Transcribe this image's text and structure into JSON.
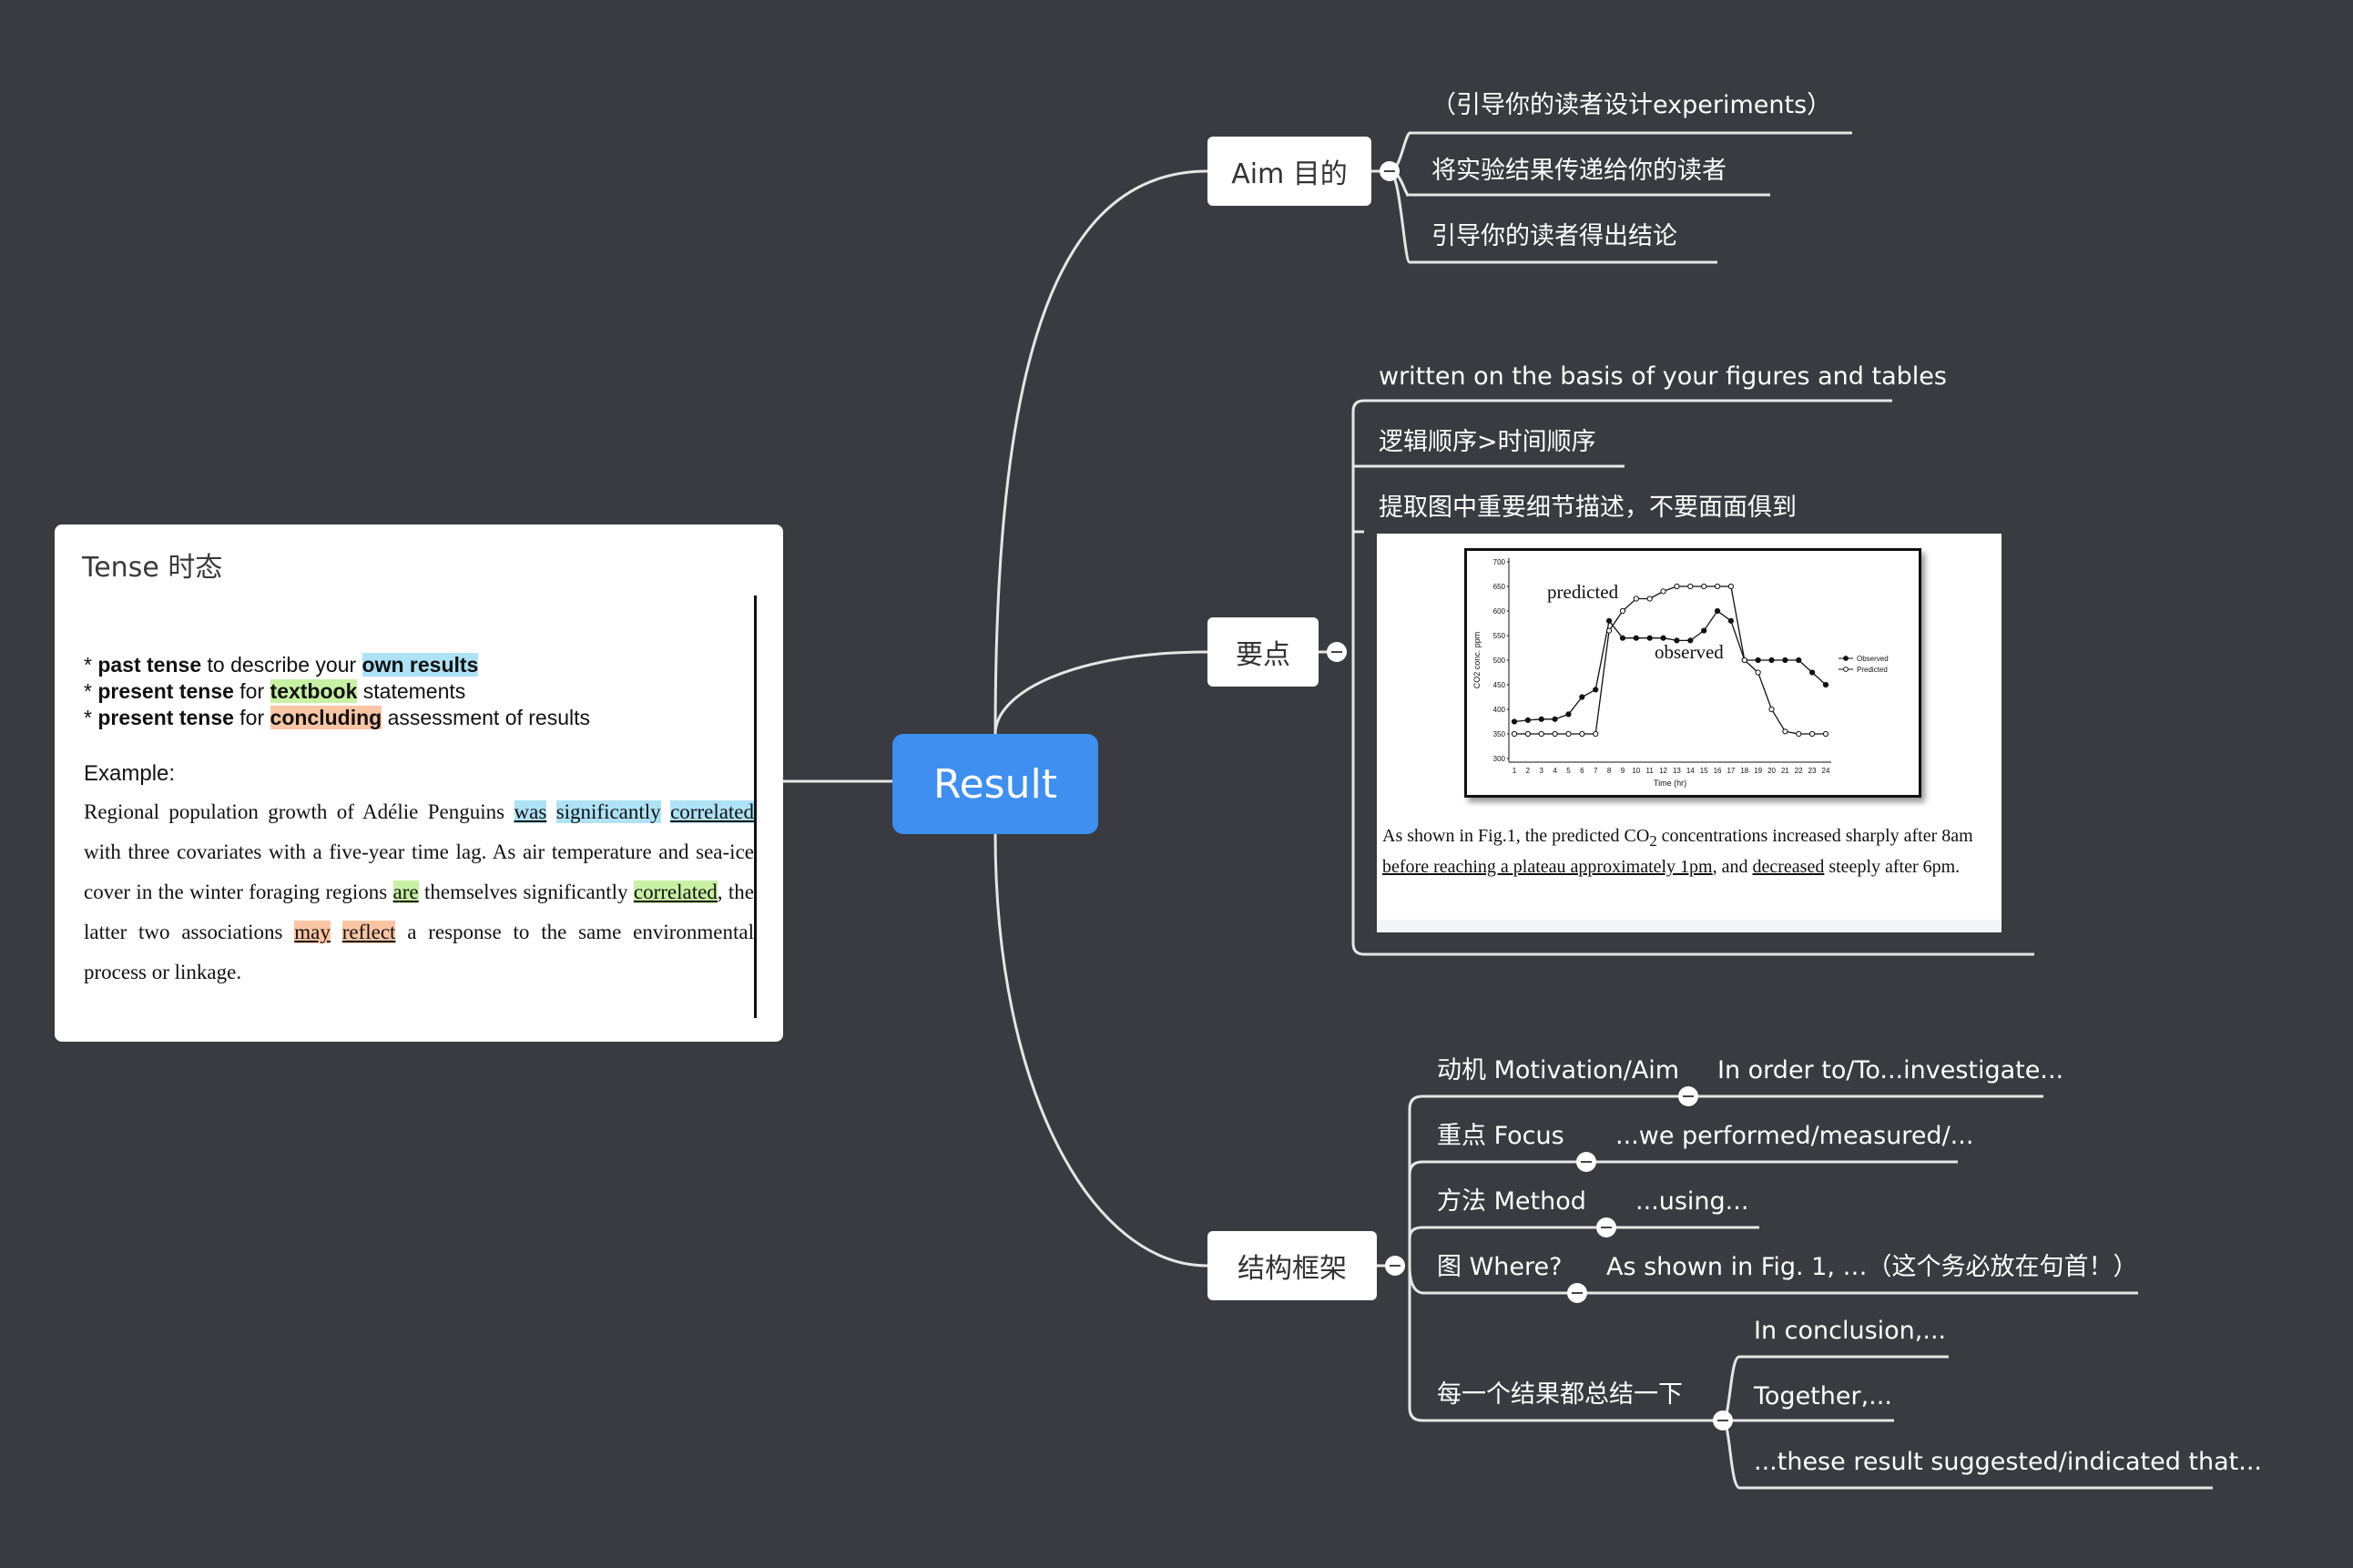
{
  "root": {
    "label": "Result"
  },
  "tense_card": {
    "title": "Tense 时态",
    "rules": [
      {
        "bullet": "*",
        "bold": "past tense",
        "text": " to describe your ",
        "hl": "own results",
        "tail": ""
      },
      {
        "bullet": "*",
        "bold": "present tense",
        "text": " for ",
        "hl": "textbook",
        "tail": " statements"
      },
      {
        "bullet": "*",
        "bold": "present tense",
        "text": " for ",
        "hl": "concluding",
        "tail": " assessment of results"
      }
    ],
    "example_label": "Example:",
    "example": {
      "p1": "Regional population growth of Adélie Penguins ",
      "w1": "was",
      "w2": "significantly",
      "w3": "correlated",
      "p2": " with three covariates with a five-year time lag. As air temperature and sea-ice cover in the winter foraging regions ",
      "w4": "are",
      "p3": " themselves significantly ",
      "w5": "correlated",
      "p4": ", the latter two associations ",
      "w6": "may",
      "w7": "reflect",
      "p5": " a response to the same environmental process or linkage."
    }
  },
  "aim": {
    "label": "Aim 目的",
    "items": [
      "（引导你的读者设计experiments）",
      "将实验结果传递给你的读者",
      "引导你的读者得出结论"
    ]
  },
  "key_points": {
    "label": "要点",
    "items": [
      "written on the basis of your figures and tables",
      "逻辑顺序>时间顺序",
      "提取图中重要细节描述，不要面面俱到"
    ],
    "figure": {
      "caption_pre": "As shown in Fig.1, the predicted CO",
      "caption_sub": "2",
      "caption_mid": " concentrations increased sharply after 8am ",
      "caption_u1": "before reaching a plateau approximately 1pm",
      "caption_mid2": ", and ",
      "caption_u2": "decreased",
      "caption_post": " steeply after 6pm."
    }
  },
  "structure": {
    "label": "结构框架",
    "rows": [
      {
        "left": "动机 Motivation/Aim",
        "right": "In order to/To...investigate..."
      },
      {
        "left": "重点 Focus",
        "right": "...we performed/measured/..."
      },
      {
        "left": "方法 Method",
        "right": "...using..."
      },
      {
        "left": "图 Where?",
        "right": "As shown in Fig. 1, …（这个务必放在句首！）"
      }
    ],
    "summary": {
      "left": "每一个结果都总结一下",
      "items": [
        "In conclusion,...",
        "Together,...",
        "...these result suggested/indicated that..."
      ]
    }
  },
  "chart_data": {
    "type": "line",
    "xlabel": "Time (hr)",
    "ylabel": "CO2 conc. ppm",
    "ylim": [
      300,
      700
    ],
    "x": [
      1,
      2,
      3,
      4,
      5,
      6,
      7,
      8,
      9,
      10,
      11,
      12,
      13,
      14,
      15,
      16,
      17,
      18,
      19,
      20,
      21,
      22,
      23,
      24
    ],
    "yticks": [
      300,
      350,
      400,
      450,
      500,
      550,
      600,
      650,
      700
    ],
    "series": [
      {
        "name": "Observed",
        "values": [
          375,
          378,
          380,
          380,
          390,
          425,
          440,
          580,
          545,
          545,
          545,
          545,
          540,
          540,
          560,
          600,
          580,
          500,
          500,
          500,
          500,
          500,
          475,
          450
        ]
      },
      {
        "name": "Predicted",
        "values": [
          350,
          350,
          350,
          350,
          350,
          350,
          350,
          560,
          600,
          625,
          625,
          640,
          650,
          650,
          650,
          650,
          650,
          500,
          475,
          400,
          355,
          350,
          350,
          350
        ]
      }
    ],
    "annotations": [
      "predicted",
      "observed"
    ],
    "legend": "right"
  }
}
